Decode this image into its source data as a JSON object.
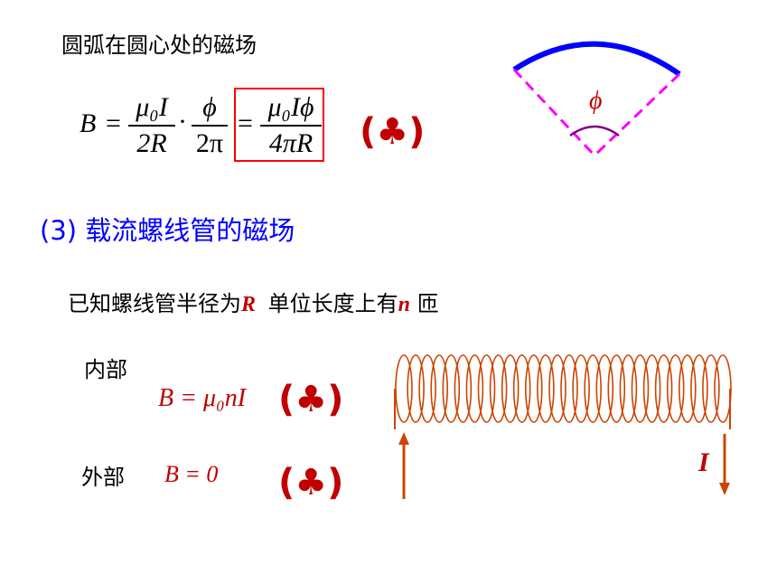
{
  "arc_section": {
    "title": "圆弧在圆心处的磁场",
    "eq_B": "B",
    "eq_equals": "=",
    "eq_frac1_num": "μ₀I",
    "eq_frac1_den": "2R",
    "eq_dot": "·",
    "eq_frac2_num": "ϕ",
    "eq_frac2_den": "2π",
    "eq_equals2": "=",
    "eq_frac3_num": "μ₀Iϕ",
    "eq_frac3_den": "4πR",
    "club_mark": "(♣)",
    "angle_label": "ϕ"
  },
  "solenoid_section": {
    "heading": "(3) 载流螺线管的磁场",
    "given_prefix": "已知螺线管半径为",
    "given_R": "R",
    "given_mid": "单位长度上有",
    "given_n": "n",
    "given_suffix": "匝",
    "inside_label": "内部",
    "inside_formula": "B = μ₀nI",
    "inside_club": "(♣)",
    "outside_label": "外部",
    "outside_formula": "B = 0",
    "outside_club": "(♣)",
    "current_label": "I"
  },
  "colors": {
    "heading_blue": "#0000ff",
    "formula_red": "#c00000",
    "coil_orange": "#cc4400",
    "arc_blue": "#0000ff",
    "radius_magenta": "#ff00ff",
    "angle_purple": "#800080",
    "box_red": "#ff0000"
  }
}
